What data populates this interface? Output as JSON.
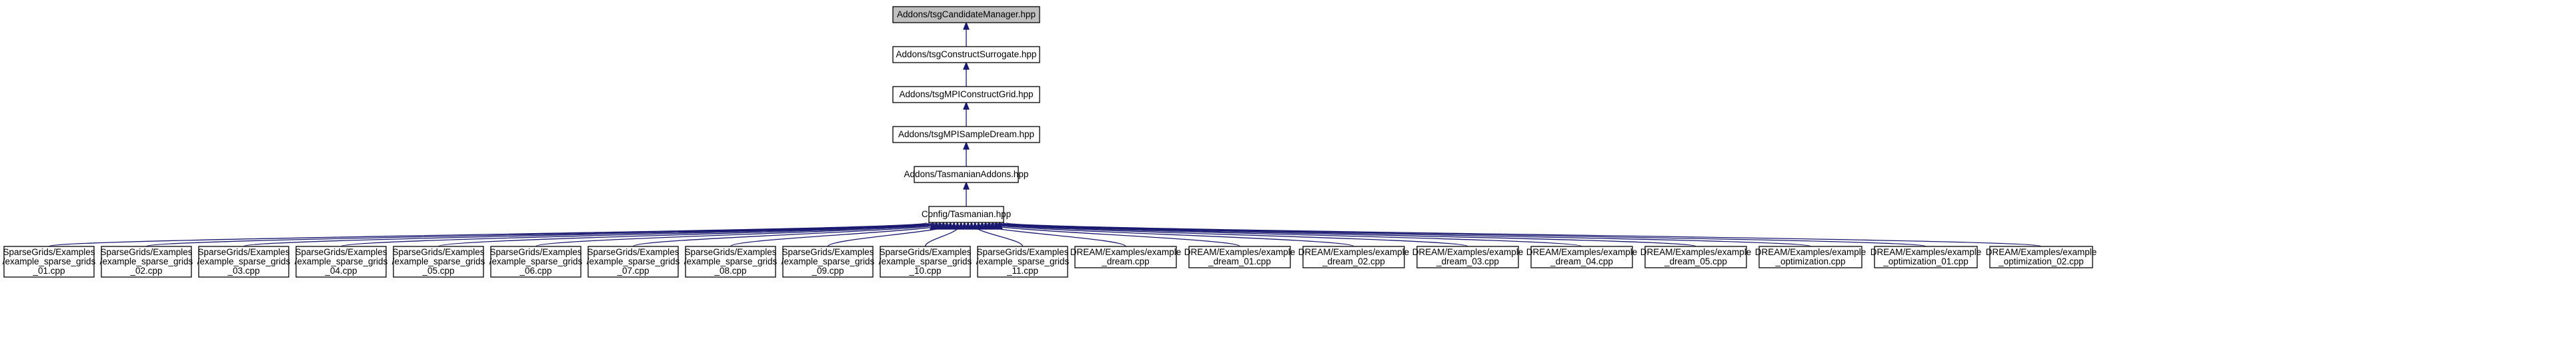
{
  "graph": {
    "type": "include-dependency-graph",
    "colors": {
      "root_fill": "#bfbfbf",
      "node_fill": "#ffffff",
      "node_border": "#000000",
      "edge": "#191970"
    },
    "nodes": [
      {
        "id": "candidate_manager",
        "lines": [
          "Addons/tsgCandidateManager.hpp"
        ],
        "root": true
      },
      {
        "id": "construct_surrogate",
        "lines": [
          "Addons/tsgConstructSurrogate.hpp"
        ]
      },
      {
        "id": "mpi_construct_grid",
        "lines": [
          "Addons/tsgMPIConstructGrid.hpp"
        ]
      },
      {
        "id": "mpi_sample_dream",
        "lines": [
          "Addons/tsgMPISampleDream.hpp"
        ]
      },
      {
        "id": "tasmanian_addons",
        "lines": [
          "Addons/TasmanianAddons.hpp"
        ]
      },
      {
        "id": "config_tasmanian",
        "lines": [
          "Config/Tasmanian.hpp"
        ]
      },
      {
        "id": "sg_ex01",
        "lines": [
          "SparseGrids/Examples",
          "/example_sparse_grids",
          "_01.cpp"
        ]
      },
      {
        "id": "sg_ex02",
        "lines": [
          "SparseGrids/Examples",
          "/example_sparse_grids",
          "_02.cpp"
        ]
      },
      {
        "id": "sg_ex03",
        "lines": [
          "SparseGrids/Examples",
          "/example_sparse_grids",
          "_03.cpp"
        ]
      },
      {
        "id": "sg_ex04",
        "lines": [
          "SparseGrids/Examples",
          "/example_sparse_grids",
          "_04.cpp"
        ]
      },
      {
        "id": "sg_ex05",
        "lines": [
          "SparseGrids/Examples",
          "/example_sparse_grids",
          "_05.cpp"
        ]
      },
      {
        "id": "sg_ex06",
        "lines": [
          "SparseGrids/Examples",
          "/example_sparse_grids",
          "_06.cpp"
        ]
      },
      {
        "id": "sg_ex07",
        "lines": [
          "SparseGrids/Examples",
          "/example_sparse_grids",
          "_07.cpp"
        ]
      },
      {
        "id": "sg_ex08",
        "lines": [
          "SparseGrids/Examples",
          "/example_sparse_grids",
          "_08.cpp"
        ]
      },
      {
        "id": "sg_ex09",
        "lines": [
          "SparseGrids/Examples",
          "/example_sparse_grids",
          "_09.cpp"
        ]
      },
      {
        "id": "sg_ex10",
        "lines": [
          "SparseGrids/Examples",
          "/example_sparse_grids",
          "_10.cpp"
        ]
      },
      {
        "id": "sg_ex11",
        "lines": [
          "SparseGrids/Examples",
          "/example_sparse_grids",
          "_11.cpp"
        ]
      },
      {
        "id": "dream_ex",
        "lines": [
          "DREAM/Examples/example",
          "_dream.cpp"
        ]
      },
      {
        "id": "dream_ex01",
        "lines": [
          "DREAM/Examples/example",
          "_dream_01.cpp"
        ]
      },
      {
        "id": "dream_ex02",
        "lines": [
          "DREAM/Examples/example",
          "_dream_02.cpp"
        ]
      },
      {
        "id": "dream_ex03",
        "lines": [
          "DREAM/Examples/example",
          "_dream_03.cpp"
        ]
      },
      {
        "id": "dream_ex04",
        "lines": [
          "DREAM/Examples/example",
          "_dream_04.cpp"
        ]
      },
      {
        "id": "dream_ex05",
        "lines": [
          "DREAM/Examples/example",
          "_dream_05.cpp"
        ]
      },
      {
        "id": "opt_ex",
        "lines": [
          "DREAM/Examples/example",
          "_optimization.cpp"
        ]
      },
      {
        "id": "opt_ex01",
        "lines": [
          "DREAM/Examples/example",
          "_optimization_01.cpp"
        ]
      },
      {
        "id": "opt_ex02",
        "lines": [
          "DREAM/Examples/example",
          "_optimization_02.cpp"
        ]
      }
    ],
    "edges": [
      {
        "from": "construct_surrogate",
        "to": "candidate_manager"
      },
      {
        "from": "mpi_construct_grid",
        "to": "construct_surrogate"
      },
      {
        "from": "mpi_sample_dream",
        "to": "mpi_construct_grid"
      },
      {
        "from": "tasmanian_addons",
        "to": "mpi_sample_dream"
      },
      {
        "from": "config_tasmanian",
        "to": "tasmanian_addons"
      },
      {
        "from": "sg_ex01",
        "to": "config_tasmanian"
      },
      {
        "from": "sg_ex02",
        "to": "config_tasmanian"
      },
      {
        "from": "sg_ex03",
        "to": "config_tasmanian"
      },
      {
        "from": "sg_ex04",
        "to": "config_tasmanian"
      },
      {
        "from": "sg_ex05",
        "to": "config_tasmanian"
      },
      {
        "from": "sg_ex06",
        "to": "config_tasmanian"
      },
      {
        "from": "sg_ex07",
        "to": "config_tasmanian"
      },
      {
        "from": "sg_ex08",
        "to": "config_tasmanian"
      },
      {
        "from": "sg_ex09",
        "to": "config_tasmanian"
      },
      {
        "from": "sg_ex10",
        "to": "config_tasmanian"
      },
      {
        "from": "sg_ex11",
        "to": "config_tasmanian"
      },
      {
        "from": "dream_ex",
        "to": "config_tasmanian"
      },
      {
        "from": "dream_ex01",
        "to": "config_tasmanian"
      },
      {
        "from": "dream_ex02",
        "to": "config_tasmanian"
      },
      {
        "from": "dream_ex03",
        "to": "config_tasmanian"
      },
      {
        "from": "dream_ex04",
        "to": "config_tasmanian"
      },
      {
        "from": "dream_ex05",
        "to": "config_tasmanian"
      },
      {
        "from": "opt_ex",
        "to": "config_tasmanian"
      },
      {
        "from": "opt_ex01",
        "to": "config_tasmanian"
      },
      {
        "from": "opt_ex02",
        "to": "config_tasmanian"
      }
    ]
  }
}
